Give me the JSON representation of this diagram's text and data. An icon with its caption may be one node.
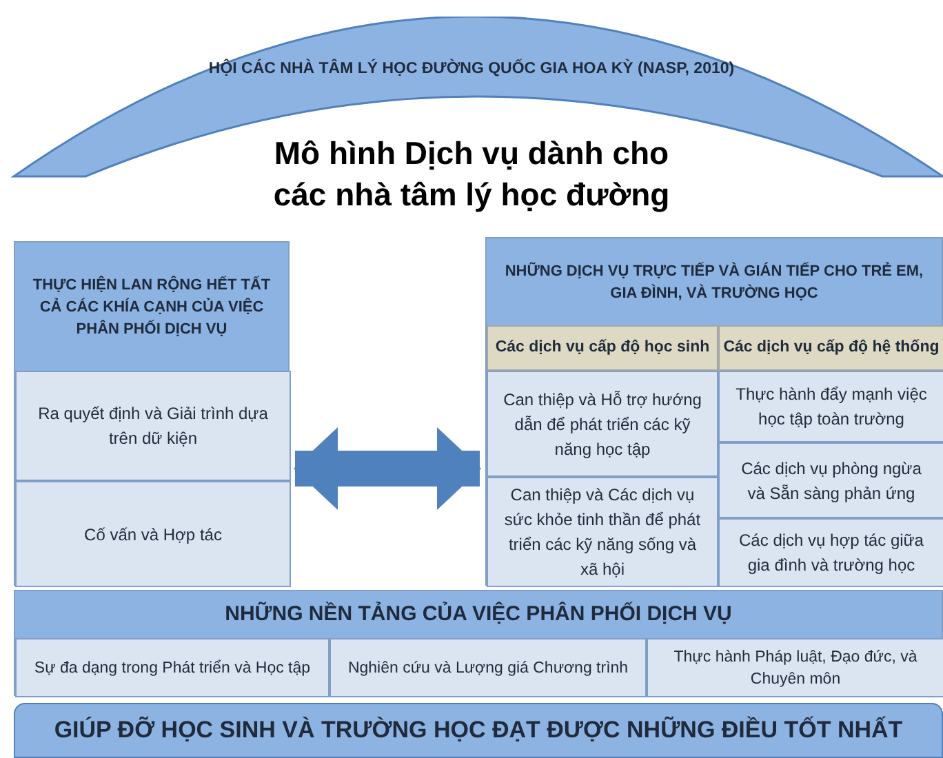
{
  "diagram": {
    "title": "Mô hình Dịch vụ dành cho các nhà tâm lý học đường",
    "nodes": [
      {
        "text": [
          "HỘI CÁC NHÀ TÂM LÝ HỌC ĐƯỜNG QUỐC GIA HOA KỲ (NASP, 2010)"
        ]
      },
      {
        "text": [
          "THỰC HIỆN LAN RỘNG HẾT TẤT CẢ CÁC KHÍA CẠNH CỦA VIỆC PHÂN PHỐI DỊCH VỤ"
        ]
      },
      {
        "text": [
          "Ra quyết định và Giải trình dựa trên dữ kiện"
        ],
        "in": 1
      },
      {
        "text": [
          "Cố vấn và Hợp tác"
        ],
        "in": 1
      },
      {
        "text": [
          "NHỮNG DỊCH VỤ TRỰC TIẾP VÀ GIÁN TIẾP CHO TRẺ EM, GIA ĐÌNH, VÀ TRƯỜNG HỌC"
        ]
      },
      {
        "text": [
          "Các dịch vụ cấp độ học sinh"
        ],
        "in": 4
      },
      {
        "text": [
          "Các dịch vụ cấp độ hệ thống"
        ],
        "in": 4
      },
      {
        "text": [
          "Can thiệp và Hỗ trợ hướng dẫn để phát triển các kỹ năng học tập"
        ],
        "in": 4
      },
      {
        "text": [
          "Can thiệp và Các dịch vụ sức khỏe tinh thần để phát triển các kỹ năng sống và xã hội"
        ],
        "in": 4
      },
      {
        "text": [
          "Thực hành đẩy mạnh việc học tập toàn trường"
        ],
        "in": 4
      },
      {
        "text": [
          "Các dịch vụ phòng ngừa và Sẵn sàng phản ứng"
        ],
        "in": 4
      },
      {
        "text": [
          "Các dịch vụ hợp tác giữa gia đình và trường học"
        ],
        "in": 4
      },
      {
        "text": [
          "NHỮNG NỀN TẢNG CỦA VIỆC PHÂN PHỐI DỊCH VỤ"
        ]
      },
      {
        "text": [
          "Sự đa dạng trong Phát triển và Học tập"
        ],
        "in": 12
      },
      {
        "text": [
          "Nghiên cứu và Lượng giá Chương trình"
        ],
        "in": 12
      },
      {
        "text": [
          "Thực hành Pháp luật, Đạo đức, và Chuyên môn"
        ],
        "in": 12
      },
      {
        "text": [
          "GIÚP ĐỠ HỌC SINH VÀ TRƯỜNG HỌC ĐẠT ĐƯỢC NHỮNG ĐIỀU TỐT NHẤT"
        ]
      }
    ],
    "edges": [
      {
        "from": 1,
        "to": 4,
        "arrow": "both"
      }
    ]
  }
}
